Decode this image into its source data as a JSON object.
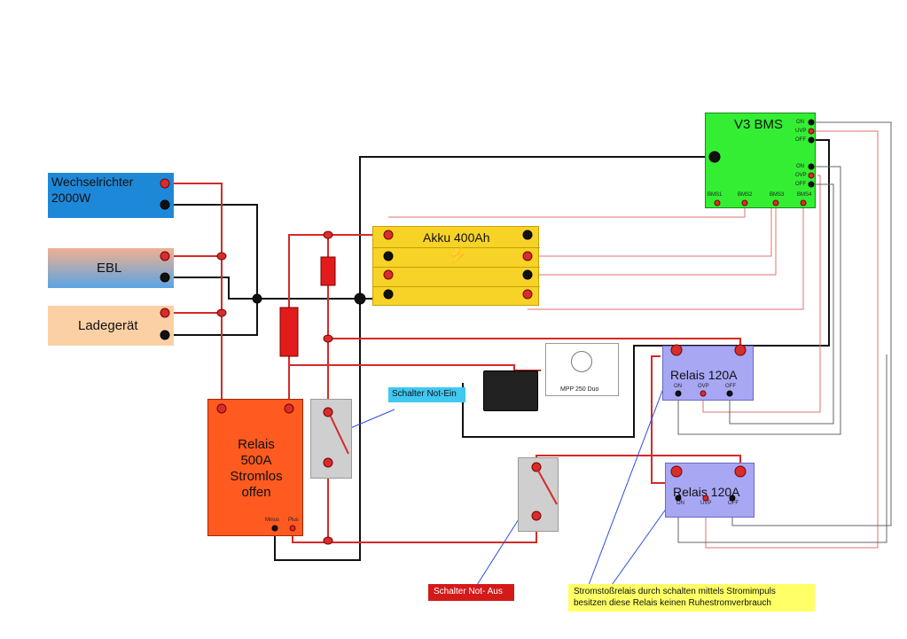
{
  "components": {
    "inverter": {
      "label_line1": "Wechselrichter",
      "label_line2": "2000W"
    },
    "ebl": {
      "label": "EBL"
    },
    "charger": {
      "label": "Ladegerät"
    },
    "battery": {
      "label": "Akku 400Ah"
    },
    "bms": {
      "title": "V3 BMS",
      "pins_top": [
        "ON",
        "UVP",
        "OFF"
      ],
      "pins_mid": [
        "ON",
        "OVP",
        "OFF"
      ],
      "pins_bottom": [
        "BMS1",
        "BMS2",
        "BMS3",
        "BMS4"
      ]
    },
    "relay_main": {
      "line1": "Relais",
      "line2": "500A",
      "line3": "Stromlos",
      "line4": "offen",
      "pin_minus": "Minus",
      "pin_plus": "Plus"
    },
    "relay_a": {
      "title": "Relais 120A",
      "pins": [
        "ON",
        "OVP",
        "OFF"
      ]
    },
    "relay_b": {
      "title": "Relais 120A",
      "pins": [
        "ON",
        "UVP",
        "OFF"
      ]
    },
    "mppt": {
      "label": "MPP 250 Duo"
    }
  },
  "callouts": {
    "switch_on": "Schalter Not-Ein",
    "switch_off": "Schalter Not- Aus",
    "note_line1": "Stromstoßrelais durch schalten mittels Stromimpuls",
    "note_line2": "besitzen diese Relais keinen Ruhestromverbrauch"
  },
  "colors": {
    "inverter": "#1e88d8",
    "bms": "#33ee33",
    "battery": "#f7d328",
    "relay_main": "#ff5a1f",
    "relay_small": "#a7a7f4",
    "switch_on_label": "#3fc8f2",
    "switch_off_label": "#d41919",
    "note": "#ffff66",
    "wire_red": "#d42a2a",
    "wire_black": "#111111"
  }
}
